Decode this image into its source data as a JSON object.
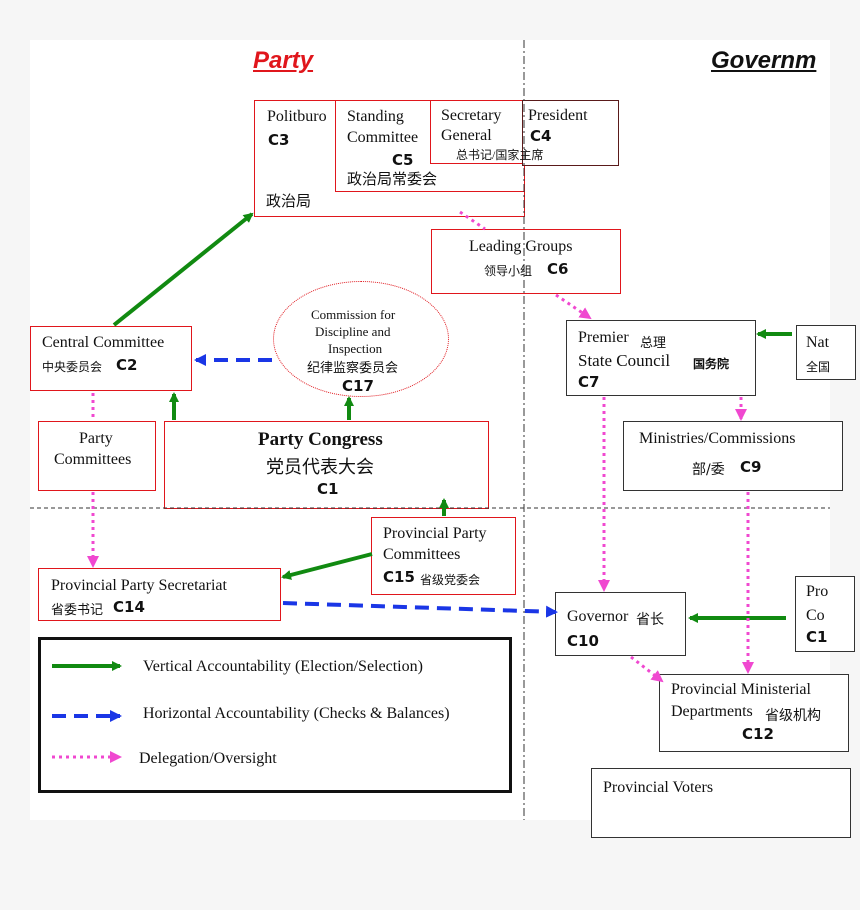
{
  "headings": {
    "party": "Party",
    "government": "Governm"
  },
  "colors": {
    "box_border": "#e0161c",
    "vertical": "#118a11",
    "horizontal": "#1a36e6",
    "delegation": "#f048d0",
    "party_heading": "#e0161c"
  },
  "nodes": {
    "politburo": {
      "name": "Politburo",
      "code": "C3",
      "zh": "政治局"
    },
    "standing": {
      "line1": "Standing",
      "line2": "Committee",
      "code": "C5",
      "zh": "政治局常委会"
    },
    "secretary": {
      "line1": "Secretary",
      "line2": "General",
      "zh": "总书记/国家主席"
    },
    "president": {
      "name": "President",
      "code": "C4"
    },
    "leading_groups": {
      "name": "Leading Groups",
      "zh": "领导小组",
      "code": "C6"
    },
    "central_committee": {
      "name": "Central Committee",
      "zh": "中央委员会",
      "code": "C2"
    },
    "discipline": {
      "line1": "Commission for",
      "line2": "Discipline and",
      "line3": "Inspection",
      "zh": "纪律监察委员会",
      "code": "C17"
    },
    "party_committees": {
      "line1": "Party",
      "line2": "Committees"
    },
    "party_congress": {
      "name": "Party Congress",
      "zh": "党员代表大会",
      "code": "C1"
    },
    "premier": {
      "line1": "Premier",
      "line1_zh": "总理",
      "line2": "State Council",
      "line2_zh": "国务院",
      "code": "C7"
    },
    "npc": {
      "line1": "Nat",
      "line2": "全国"
    },
    "ministries": {
      "name": "Ministries/Commissions",
      "zh": "部/委",
      "code": "C9"
    },
    "prov_party_committees": {
      "line1": "Provincial Party",
      "line2": "Committees",
      "code": "C15",
      "zh": "省级党委会"
    },
    "prov_secretariat": {
      "name": "Provincial Party Secretariat",
      "zh": "省委书记",
      "code": "C14"
    },
    "governor": {
      "name": "Governor",
      "zh": "省长",
      "code": "C10"
    },
    "prov_congress": {
      "line1": "Pro",
      "line2": "Co",
      "code": "C1"
    },
    "prov_departments": {
      "line1": "Provincial Ministerial",
      "line2": "Departments",
      "line2_zh": "省级机构",
      "code": "C12"
    },
    "prov_voters": {
      "name": "Provincial Voters"
    }
  },
  "legend": {
    "vertical": "Vertical Accountability (Election/Selection)",
    "horizontal": "Horizontal Accountability (Checks & Balances)",
    "delegation": "Delegation/Oversight"
  }
}
